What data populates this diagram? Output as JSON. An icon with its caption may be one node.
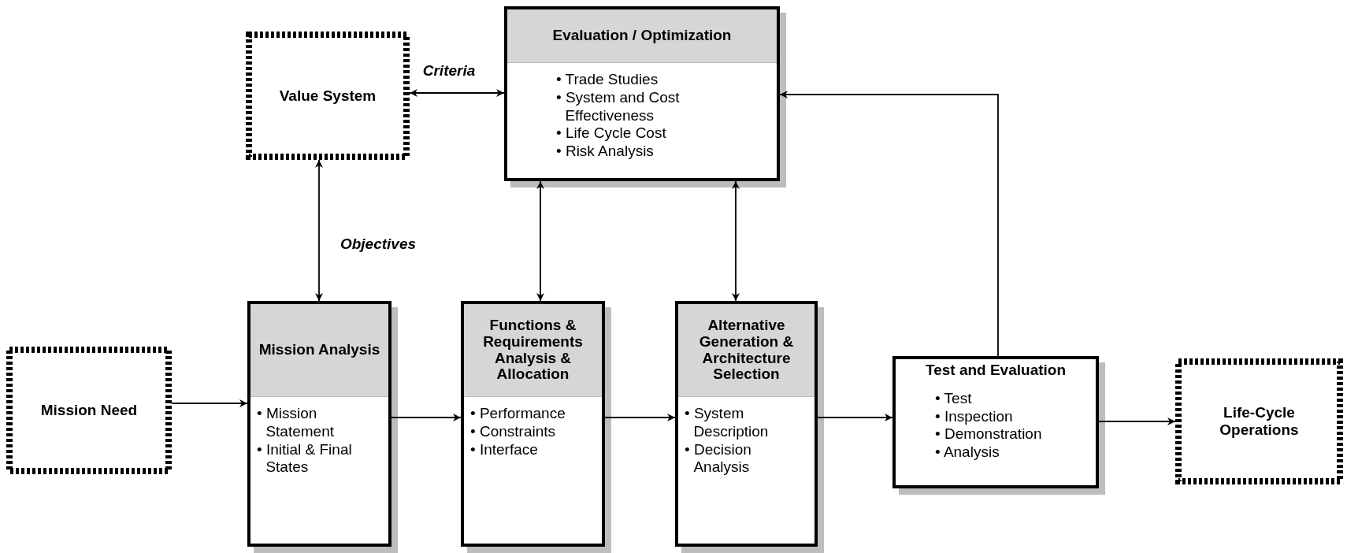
{
  "diagram": {
    "nodes": [
      {
        "text": [
          "Value System"
        ]
      },
      {
        "text": [
          "Evaluation / Optimization",
          "• Trade Studies",
          "• System and Cost Effectiveness",
          "• Life Cycle Cost",
          "• Risk Analysis"
        ]
      },
      {
        "text": [
          "Mission Need"
        ]
      },
      {
        "text": [
          "Mission Analysis",
          "• Mission Statement",
          "• Initial & Final States"
        ]
      },
      {
        "text": [
          "Functions & Requirements Analysis & Allocation",
          "• Performance",
          "• Constraints",
          "• Interface"
        ]
      },
      {
        "text": [
          "Alternative Generation & Architecture Selection",
          "• System Description",
          "• Decision Analysis"
        ]
      },
      {
        "text": [
          "Test and Evaluation",
          "• Test",
          "• Inspection",
          "• Demonstration",
          "• Analysis"
        ]
      },
      {
        "text": [
          "Life-Cycle Operations"
        ]
      }
    ],
    "edges": [
      {
        "from": 0,
        "to": 1,
        "arrow": "both",
        "label": "Criteria"
      },
      {
        "from": 0,
        "to": 3,
        "arrow": "both",
        "label": "Objectives"
      },
      {
        "from": 1,
        "to": 4,
        "arrow": "both"
      },
      {
        "from": 1,
        "to": 5,
        "arrow": "both"
      },
      {
        "from": 6,
        "to": 1,
        "arrow": "to"
      },
      {
        "from": 2,
        "to": 3,
        "arrow": "to"
      },
      {
        "from": 3,
        "to": 4,
        "arrow": "to"
      },
      {
        "from": 4,
        "to": 5,
        "arrow": "to"
      },
      {
        "from": 5,
        "to": 6,
        "arrow": "to"
      },
      {
        "from": 6,
        "to": 7,
        "arrow": "to"
      }
    ]
  }
}
